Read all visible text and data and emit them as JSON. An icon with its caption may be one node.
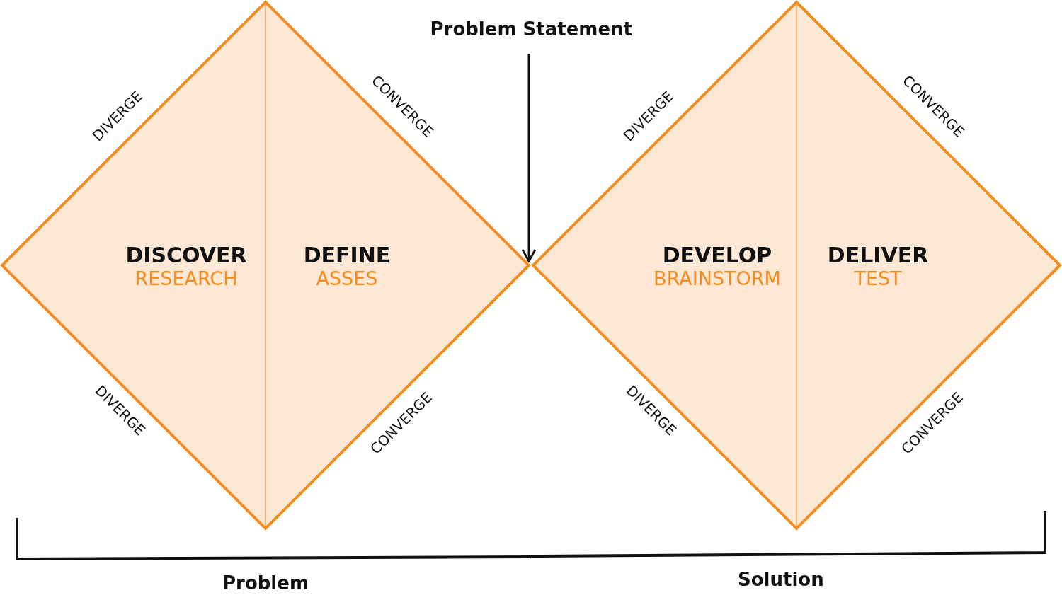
{
  "diagram": {
    "nodes": [
      {
        "text": [],
        "shape": "diamond"
      },
      {
        "text": [
          "DISCOVER",
          "RESEARCH"
        ],
        "in": 0
      },
      {
        "text": [
          "DEFINE",
          "ASSES"
        ],
        "in": 0
      },
      {
        "text": [],
        "shape": "diamond"
      },
      {
        "text": [
          "DEVELOP",
          "BRAINSTORM"
        ],
        "in": 3
      },
      {
        "text": [
          "DELIVER",
          "TEST"
        ],
        "in": 3
      },
      {
        "text": [
          "Problem Statement"
        ]
      }
    ],
    "edges": [
      {
        "from": 6,
        "to": 0,
        "arrow": "to"
      }
    ],
    "labels": [
      "DIVERGE",
      "CONVERGE",
      "DIVERGE",
      "CONVERGE",
      "DIVERGE",
      "CONVERGE",
      "DIVERGE",
      "CONVERGE",
      "Problem",
      "Solution"
    ]
  }
}
